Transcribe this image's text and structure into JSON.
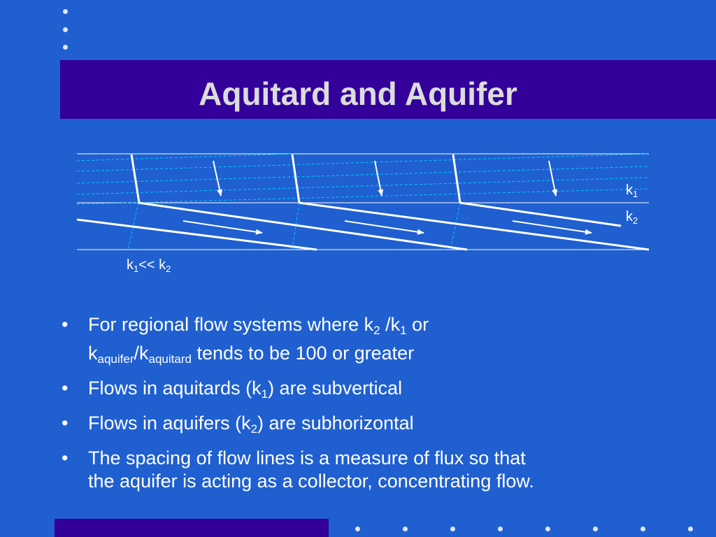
{
  "title": "Aquitard and Aquifer",
  "diagram": {
    "k1_label": "k",
    "k1_sub": "1",
    "k2_label": "k",
    "k2_sub": "2",
    "relation": {
      "a": "k",
      "a_sub": "1",
      "op": "<< k",
      "b_sub": "2"
    }
  },
  "bullets": [
    {
      "parts": [
        {
          "t": "For regional flow systems where k"
        },
        {
          "s": "2"
        },
        {
          "t": " /k"
        },
        {
          "s": "1"
        },
        {
          "t": " or "
        },
        {
          "br": true
        },
        {
          "t": "k"
        },
        {
          "s": "aquifer"
        },
        {
          "t": "/k"
        },
        {
          "s": "aquitard"
        },
        {
          "t": " tends to be 100 or greater"
        }
      ]
    },
    {
      "parts": [
        {
          "t": "Flows in aquitards (k"
        },
        {
          "s": "1"
        },
        {
          "t": ") are subvertical"
        }
      ]
    },
    {
      "parts": [
        {
          "t": "Flows in aquifers (k"
        },
        {
          "s": "2"
        },
        {
          "t": ") are subhorizontal"
        }
      ]
    },
    {
      "parts": [
        {
          "t": "The spacing of flow lines is a measure of flux so that "
        },
        {
          "br": true
        },
        {
          "t": "the aquifer is acting as a collector, concentrating flow."
        }
      ]
    }
  ],
  "colors": {
    "background": "#1f5fd0",
    "title_bar": "#330099",
    "title_text": "#dcdcdc",
    "dashed": "#00ccff"
  }
}
